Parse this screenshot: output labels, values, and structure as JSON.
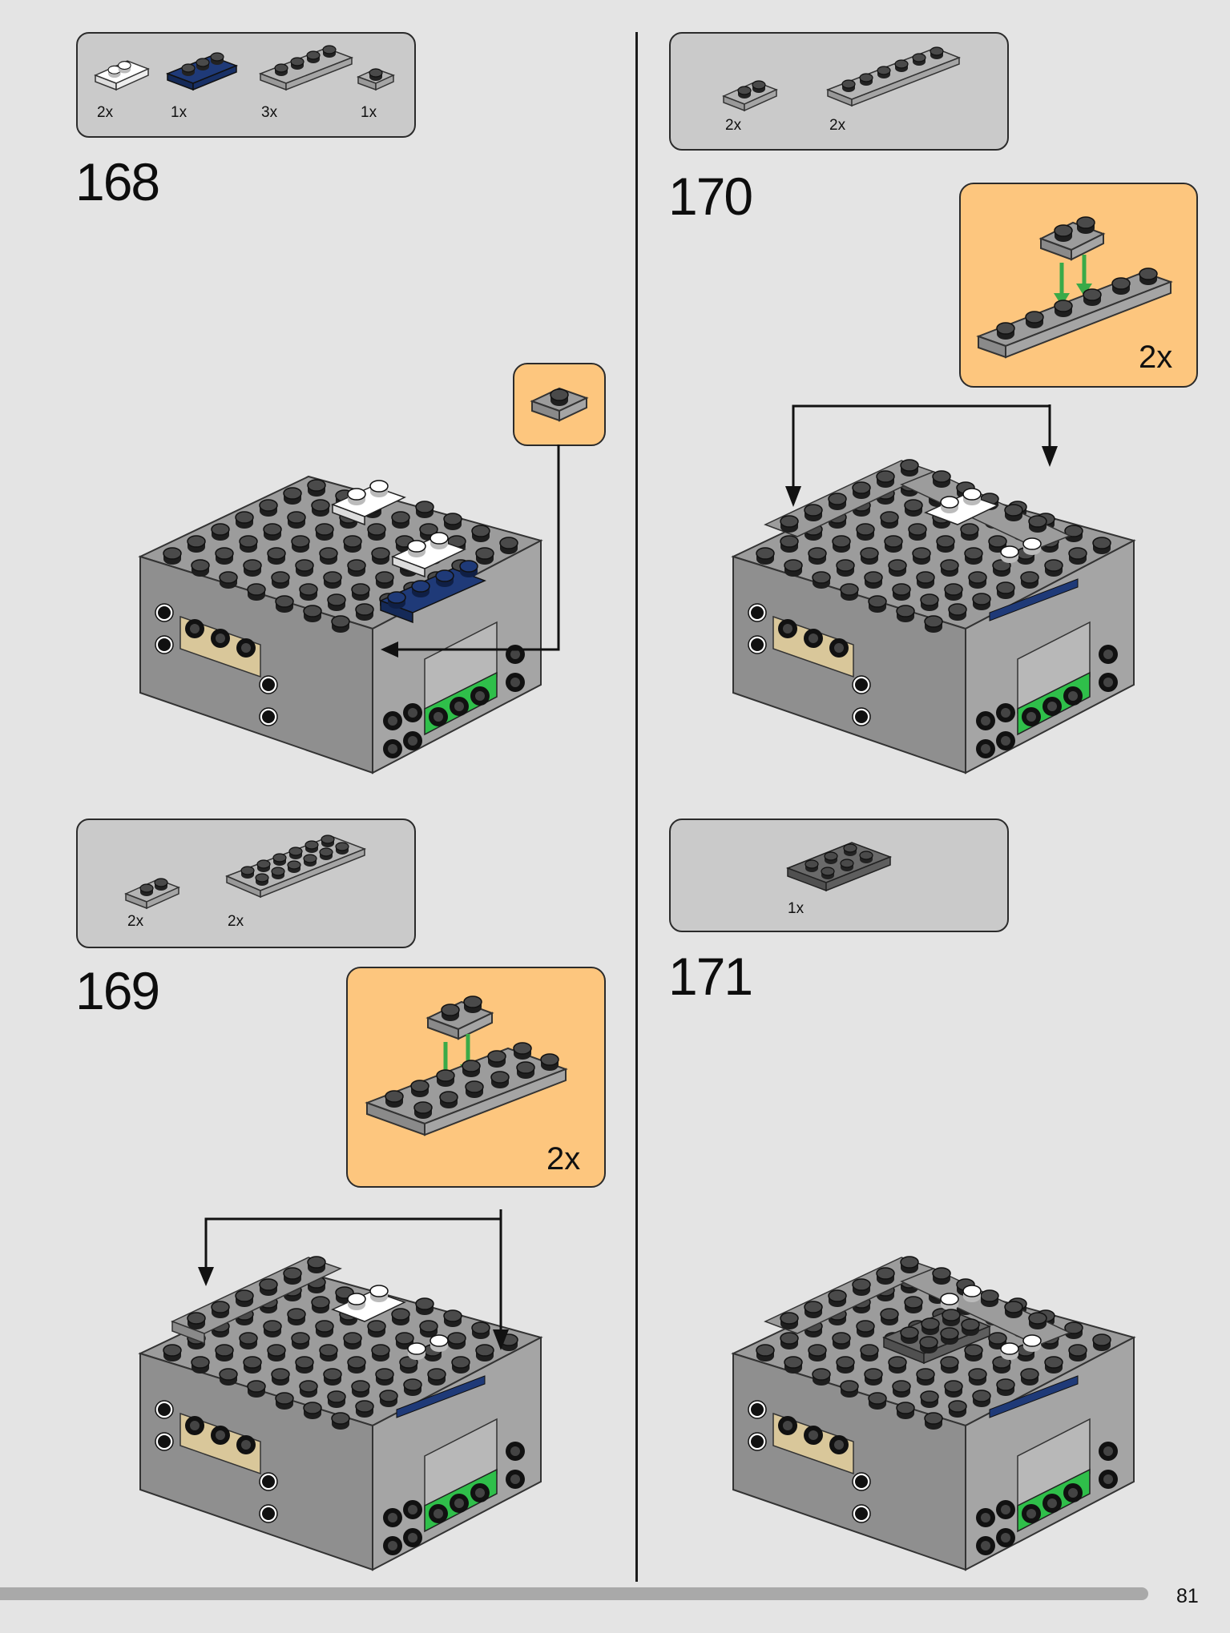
{
  "page": {
    "number": "81"
  },
  "steps": [
    {
      "id": "168",
      "label": "168",
      "parts": [
        "2x",
        "1x",
        "3x",
        "1x"
      ]
    },
    {
      "id": "169",
      "label": "169",
      "parts": [
        "2x",
        "2x"
      ],
      "callout_multiplier": "2x"
    },
    {
      "id": "170",
      "label": "170",
      "parts": [
        "2x",
        "2x"
      ],
      "callout_multiplier": "2x"
    },
    {
      "id": "171",
      "label": "171",
      "parts": [
        "1x"
      ]
    }
  ],
  "colors": {
    "background": "#e4e4e4",
    "parts_panel": "#cacaca",
    "callout": "#fdc67e",
    "brick_dark": "#4a4a4a",
    "brick_light": "#9c9c9c",
    "dark_blue": "#1f3a78",
    "green": "#2fbf4a",
    "tan": "#d9c79a",
    "arrow_green": "#3aaa48"
  }
}
